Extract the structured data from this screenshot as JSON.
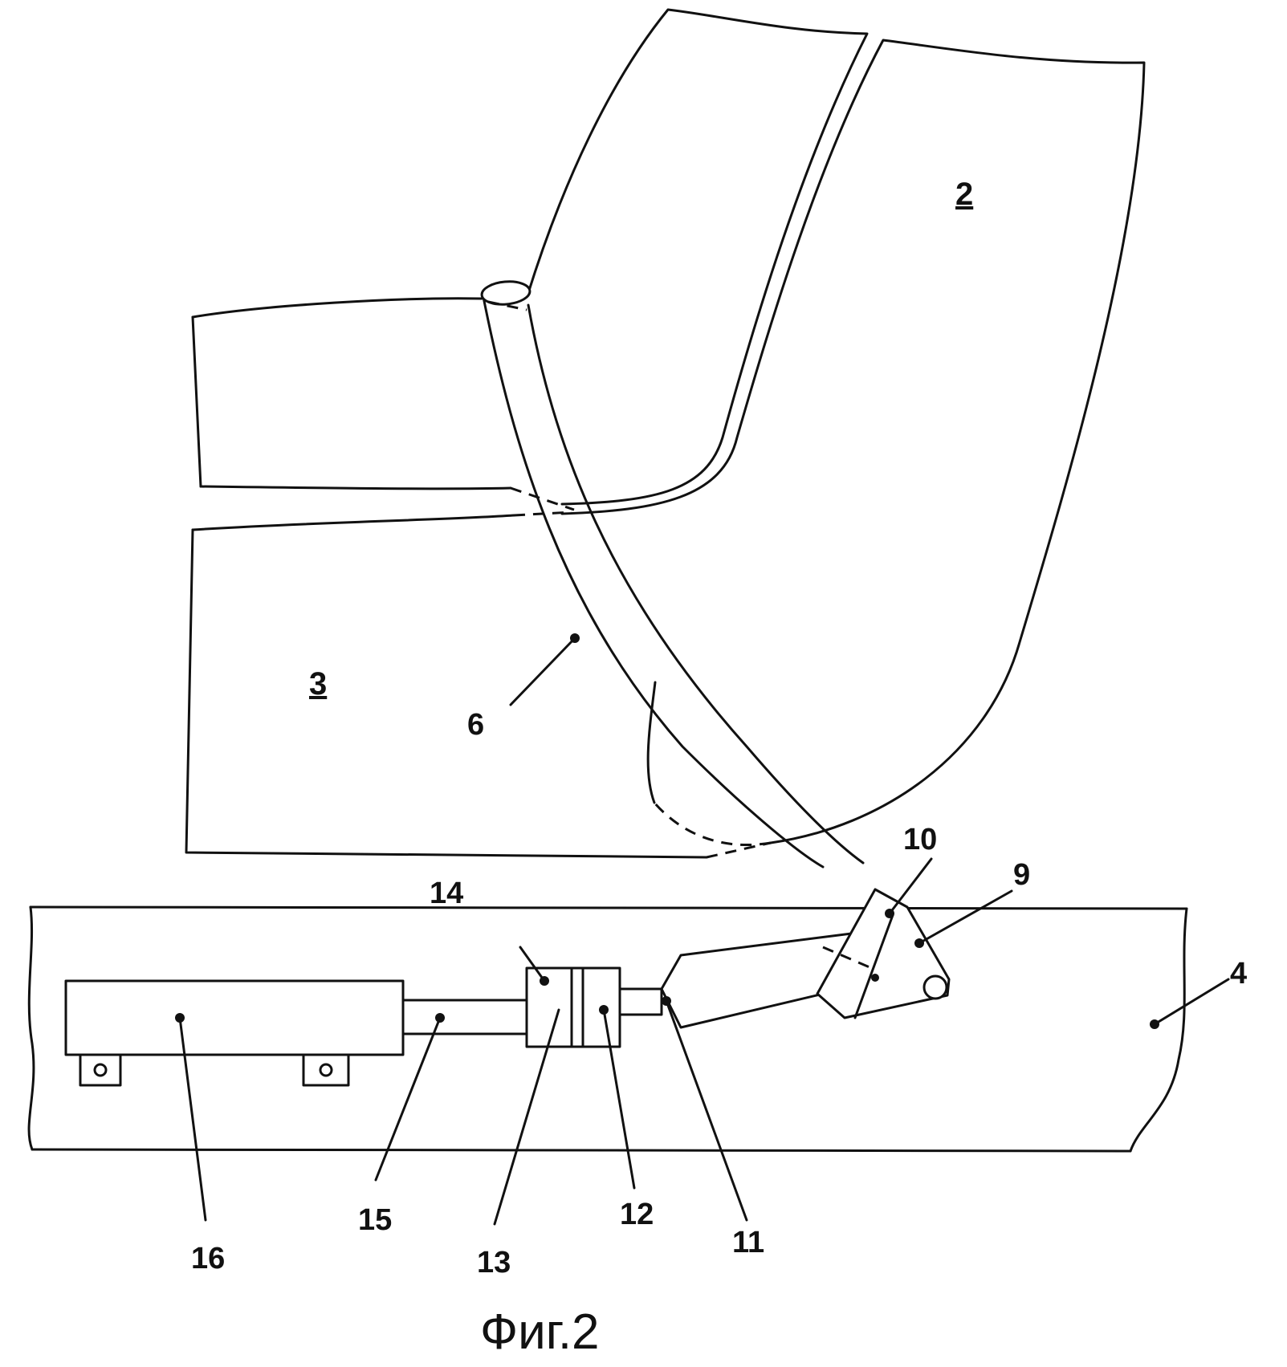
{
  "figure": {
    "caption": "Фиг.2",
    "labels": {
      "l2": "2",
      "l3": "3",
      "l4": "4",
      "l6": "6",
      "l9": "9",
      "l10": "10",
      "l11": "11",
      "l12": "12",
      "l13": "13",
      "l14": "14",
      "l15": "15",
      "l16": "16"
    }
  },
  "colors": {
    "ink": "#111111",
    "paper": "#ffffff"
  }
}
